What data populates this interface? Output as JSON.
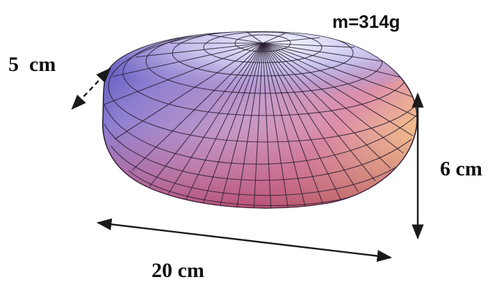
{
  "labels": {
    "mass": "m=314g",
    "depth": "5  cm",
    "height": "6 cm",
    "length": "20 cm"
  },
  "colors": {
    "shade_blue": "#5a55c8",
    "shade_lavender": "#b9a6e0",
    "shade_pink": "#d98fb0",
    "shade_orange": "#f1b07a",
    "highlight": "#e8f0ff",
    "shadow_red": "#a8365a"
  }
}
